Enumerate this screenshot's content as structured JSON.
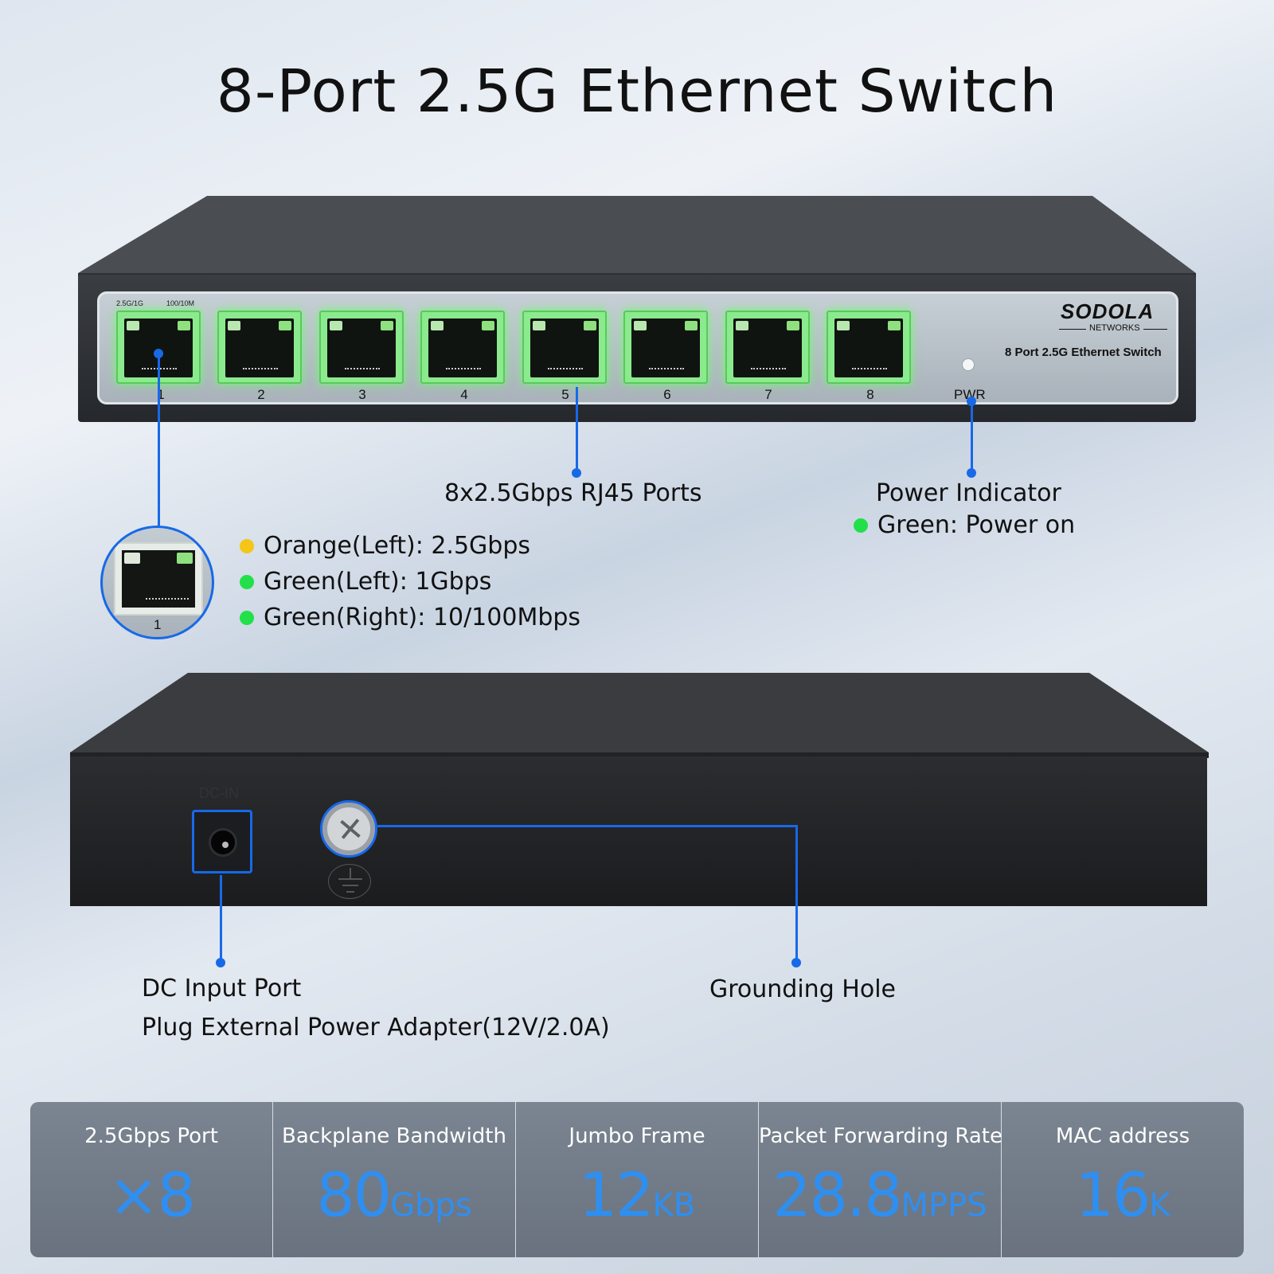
{
  "title": "8-Port 2.5G Ethernet Switch",
  "switch_front": {
    "port_group_labels": [
      "2.5G/1G",
      "100/10M"
    ],
    "ports": [
      "1",
      "2",
      "3",
      "4",
      "5",
      "6",
      "7",
      "8"
    ],
    "brand": "SODOLA",
    "brand_sub": "NETWORKS",
    "model": "8 Port 2.5G Ethernet Switch",
    "pwr_label": "PWR"
  },
  "callouts": {
    "ports": "8x2.5Gbps RJ45 Ports",
    "power_title": "Power Indicator",
    "power_state": "Green: Power on",
    "power_state_color": "#22e04a",
    "zoom_port_number": "1",
    "legend": [
      {
        "label": "Orange(Left): 2.5Gbps",
        "color": "#f5c518"
      },
      {
        "label": "Green(Left): 1Gbps",
        "color": "#22e04a"
      },
      {
        "label": "Green(Right): 10/100Mbps",
        "color": "#22e04a"
      }
    ]
  },
  "switch_rear": {
    "dc_label": "DC-IN",
    "dc_callout_title": "DC Input Port",
    "dc_callout_sub": "Plug External Power Adapter(12V/2.0A)",
    "ground_callout": "Grounding Hole"
  },
  "specs": [
    {
      "label": "2.5Gbps Port",
      "value": "×8",
      "unit": ""
    },
    {
      "label": "Backplane Bandwidth",
      "value": "80",
      "unit": "Gbps"
    },
    {
      "label": "Jumbo Frame",
      "value": "12",
      "unit": "KB"
    },
    {
      "label": "Packet Forwarding Rate",
      "value": "28.8",
      "unit": "MPPS"
    },
    {
      "label": "MAC address",
      "value": "16",
      "unit": "K"
    }
  ],
  "colors": {
    "accent": "#1769e8",
    "spec_value": "#2f8ff1",
    "port_glow": "#6bff6b"
  }
}
